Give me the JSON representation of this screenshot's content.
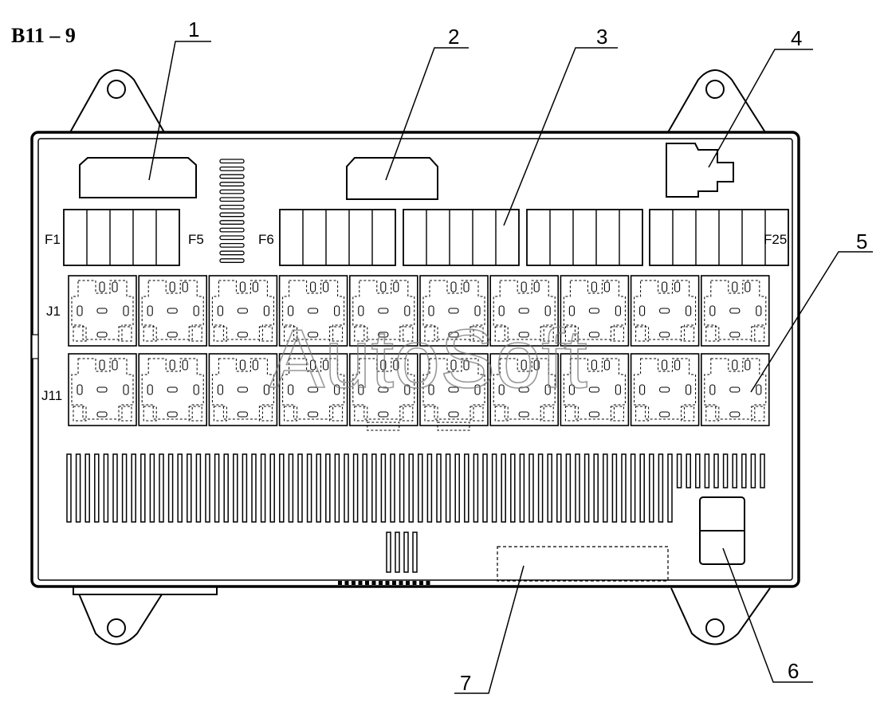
{
  "figure": {
    "label": "B11 – 9"
  },
  "callouts": [
    "1",
    "2",
    "3",
    "4",
    "5",
    "6",
    "7"
  ],
  "fuse_labels": {
    "f1": "F1",
    "f5": "F5",
    "f6": "F6",
    "f25": "F25"
  },
  "relay_labels": {
    "j1": "J1",
    "j11": "J11"
  },
  "watermark": "AutoSoft",
  "style": {
    "line": "#000000",
    "background": "#ffffff"
  }
}
